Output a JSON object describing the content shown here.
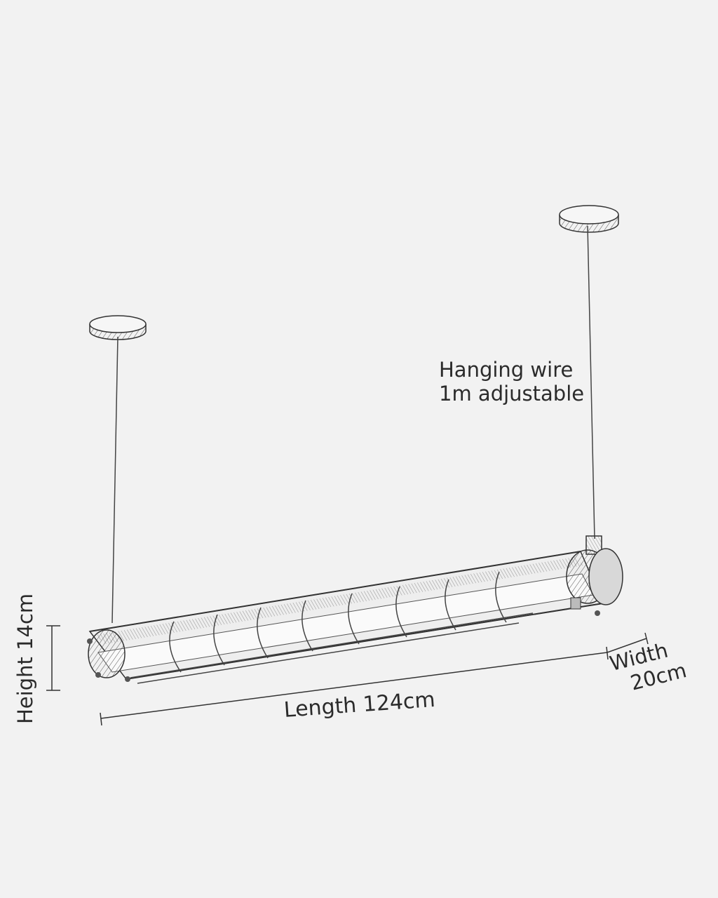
{
  "annotations": {
    "wire_line1": "Hanging wire",
    "wire_line2": "1m adjustable",
    "length": "Length 124cm",
    "width_line1": "Width",
    "width_line2": "20cm",
    "height": "Height 14cm"
  },
  "colors": {
    "background": "#f2f2f2",
    "ink": "#2b2b2b"
  }
}
